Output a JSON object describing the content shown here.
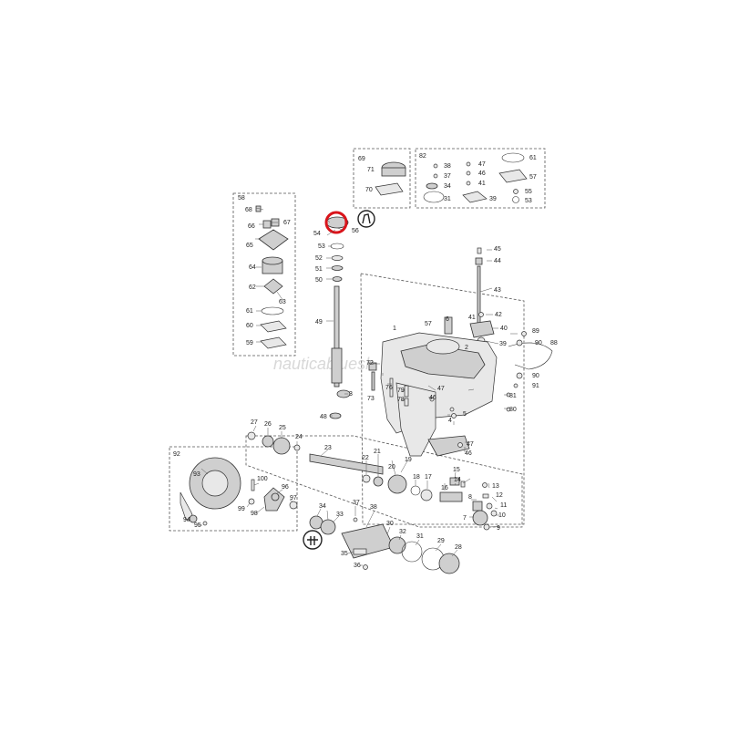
{
  "watermark": "nauticabluesh",
  "highlight_color": "#d9141b",
  "callouts": {
    "c1": "1",
    "c2": "2",
    "c3": "3",
    "c4": "4",
    "c5": "5",
    "c6": "6",
    "c7": "7",
    "c8": "8",
    "c9": "9",
    "c10": "10",
    "c11": "11",
    "c12": "12",
    "c13": "13",
    "c14": "14",
    "c15": "15",
    "c16": "16",
    "c17": "17",
    "c18": "18",
    "c19": "19",
    "c20": "20",
    "c21": "21",
    "c22": "22",
    "c23": "23",
    "c24": "24",
    "c25": "25",
    "c26": "26",
    "c27": "27",
    "c28": "28",
    "c29": "29",
    "c30": "30",
    "c31": "31",
    "c32": "32",
    "c33": "33",
    "c34": "34",
    "c35": "35",
    "c36": "36",
    "c37": "37",
    "c38": "38",
    "c39": "39",
    "c40": "40",
    "c41": "41",
    "c42": "42",
    "c43": "43",
    "c44": "44",
    "c45": "45",
    "c46": "46",
    "c47": "47",
    "c48": "48",
    "c49": "49",
    "c50": "50",
    "c51": "51",
    "c52": "52",
    "c53": "53",
    "c54": "54",
    "c55": "55",
    "c56": "56",
    "c57": "57",
    "c58": "58",
    "c59": "59",
    "c60": "60",
    "c61": "61",
    "c62": "62",
    "c63": "63",
    "c64": "64",
    "c65": "65",
    "c66": "66",
    "c67": "67",
    "c68": "68",
    "c69": "69",
    "c70": "70",
    "c71": "71",
    "c72": "72",
    "c73": "73",
    "c76": "76",
    "c78": "78",
    "c79": "79",
    "c80": "80",
    "c81": "81",
    "c82": "82",
    "c88": "88",
    "c89": "89",
    "c90": "90",
    "c91": "91",
    "c92": "92",
    "c93": "93",
    "c94": "94",
    "c95": "95",
    "c96": "96",
    "c97": "97",
    "c98": "98",
    "c99": "99",
    "c100": "100"
  }
}
